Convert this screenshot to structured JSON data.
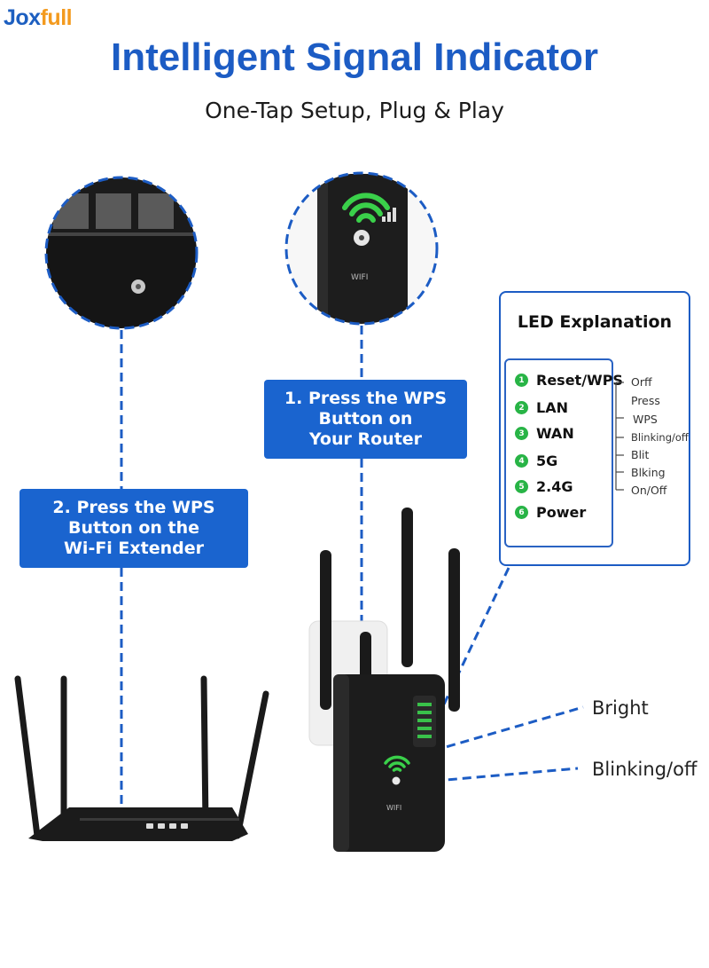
{
  "brand": {
    "logo_part1": "Jox",
    "logo_part2": "full"
  },
  "header": {
    "title": "Intelligent Signal Indicator",
    "subtitle": "One-Tap Setup, Plug & Play"
  },
  "steps": {
    "step1": [
      "1. Press the WPS",
      "Button on",
      "Your Router"
    ],
    "step2": [
      "2. Press the WPS",
      "Button on the",
      "Wi-Fi Extender"
    ]
  },
  "led_panel": {
    "title": "LED Explanation",
    "items": [
      {
        "number": "1",
        "label": "Reset/WPS"
      },
      {
        "number": "2",
        "label": "LAN"
      },
      {
        "number": "3",
        "label": "WAN"
      },
      {
        "number": "4",
        "label": "5G"
      },
      {
        "number": "5",
        "label": "2.4G"
      },
      {
        "number": "6",
        "label": "Power"
      }
    ],
    "states": [
      "Orff",
      "Press",
      "WPS",
      "Blinking/off",
      "Blit",
      "Blking",
      "On/Off"
    ]
  },
  "callouts": {
    "bright": "Bright",
    "blinking": "Blinking/off"
  },
  "device_label": "WIFI",
  "colors": {
    "brand_blue": "#1c5cc4",
    "box_blue": "#1a64cf",
    "led_green": "#28b446",
    "logo_orange": "#f39a1e"
  }
}
